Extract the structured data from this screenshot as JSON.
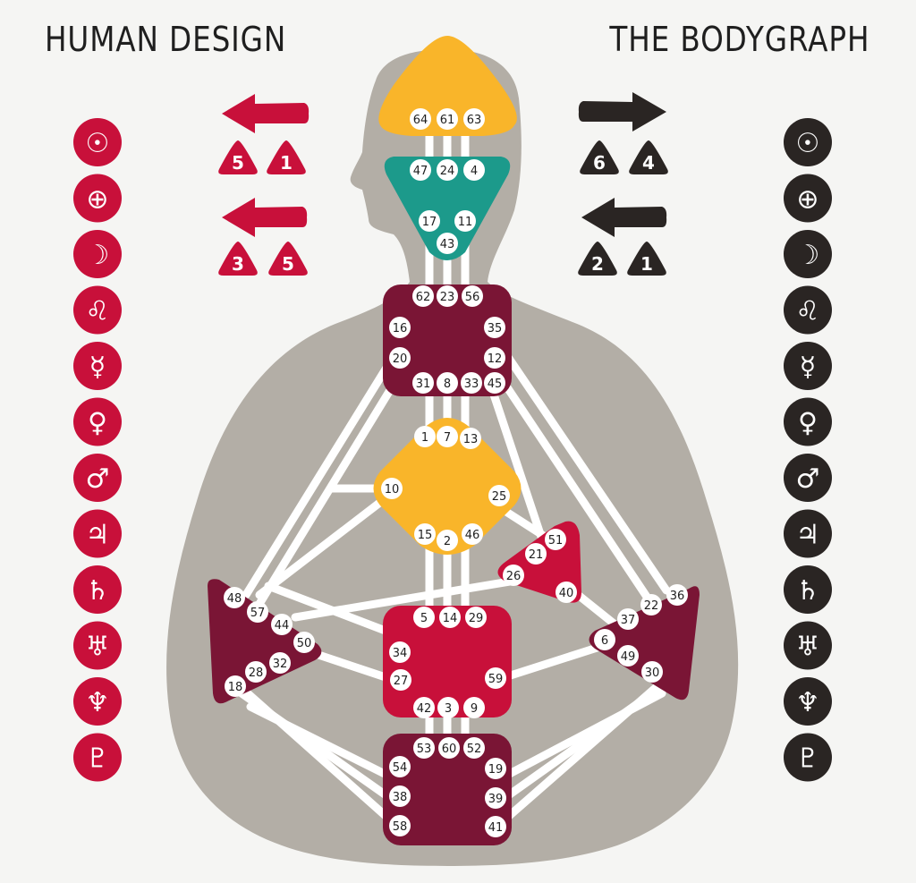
{
  "titles": {
    "left": "HUMAN DESIGN",
    "right": "THE BODYGRAPH"
  },
  "colors": {
    "background": "#f5f5f3",
    "silhouette": "#b3aea6",
    "design_red": "#c8103a",
    "personality_black": "#2a2523",
    "center_yellow": "#f9b52a",
    "center_green": "#1c9a8b",
    "center_maroon": "#7a1535",
    "center_red": "#c8103a",
    "channel": "#ffffff"
  },
  "planet_icons": [
    "sun-icon",
    "earth-icon",
    "moon-icon",
    "north-node-icon",
    "mercury-icon",
    "venus-icon",
    "mars-icon",
    "jupiter-icon",
    "saturn-icon",
    "uranus-icon",
    "neptune-icon",
    "pluto-icon"
  ],
  "planet_glyphs": [
    "☉",
    "⊕",
    "☽",
    "♌",
    "☿",
    "♀",
    "♂",
    "♃",
    "♄",
    "♅",
    "♆",
    "♇"
  ],
  "design_markers": {
    "upper_arrow": "left",
    "upper_numbers": [
      "5",
      "1"
    ],
    "lower_arrow": "left",
    "lower_numbers": [
      "3",
      "5"
    ]
  },
  "personality_markers": {
    "upper_arrow": "right",
    "upper_numbers": [
      "6",
      "4"
    ],
    "lower_arrow": "left",
    "lower_numbers": [
      "2",
      "1"
    ]
  },
  "centers": [
    {
      "name": "head",
      "color": "center_yellow",
      "gates": [
        "64",
        "61",
        "63"
      ]
    },
    {
      "name": "ajna",
      "color": "center_green",
      "gates": [
        "47",
        "24",
        "4",
        "17",
        "11",
        "43"
      ]
    },
    {
      "name": "throat",
      "color": "center_maroon",
      "gates": [
        "62",
        "23",
        "56",
        "16",
        "35",
        "20",
        "12",
        "31",
        "8",
        "33",
        "45"
      ]
    },
    {
      "name": "g-center",
      "color": "center_yellow",
      "gates": [
        "1",
        "7",
        "13",
        "10",
        "25",
        "15",
        "2",
        "46"
      ]
    },
    {
      "name": "heart",
      "color": "center_red",
      "gates": [
        "51",
        "21",
        "26",
        "40"
      ]
    },
    {
      "name": "spleen",
      "color": "center_maroon",
      "gates": [
        "48",
        "57",
        "44",
        "50",
        "32",
        "28",
        "18"
      ]
    },
    {
      "name": "sacral",
      "color": "center_red",
      "gates": [
        "5",
        "14",
        "29",
        "34",
        "27",
        "59",
        "42",
        "3",
        "9"
      ]
    },
    {
      "name": "solar-plexus",
      "color": "center_maroon",
      "gates": [
        "36",
        "22",
        "37",
        "6",
        "49",
        "30"
      ]
    },
    {
      "name": "root",
      "color": "center_maroon",
      "gates": [
        "53",
        "60",
        "52",
        "54",
        "19",
        "38",
        "39",
        "58",
        "41"
      ]
    }
  ]
}
